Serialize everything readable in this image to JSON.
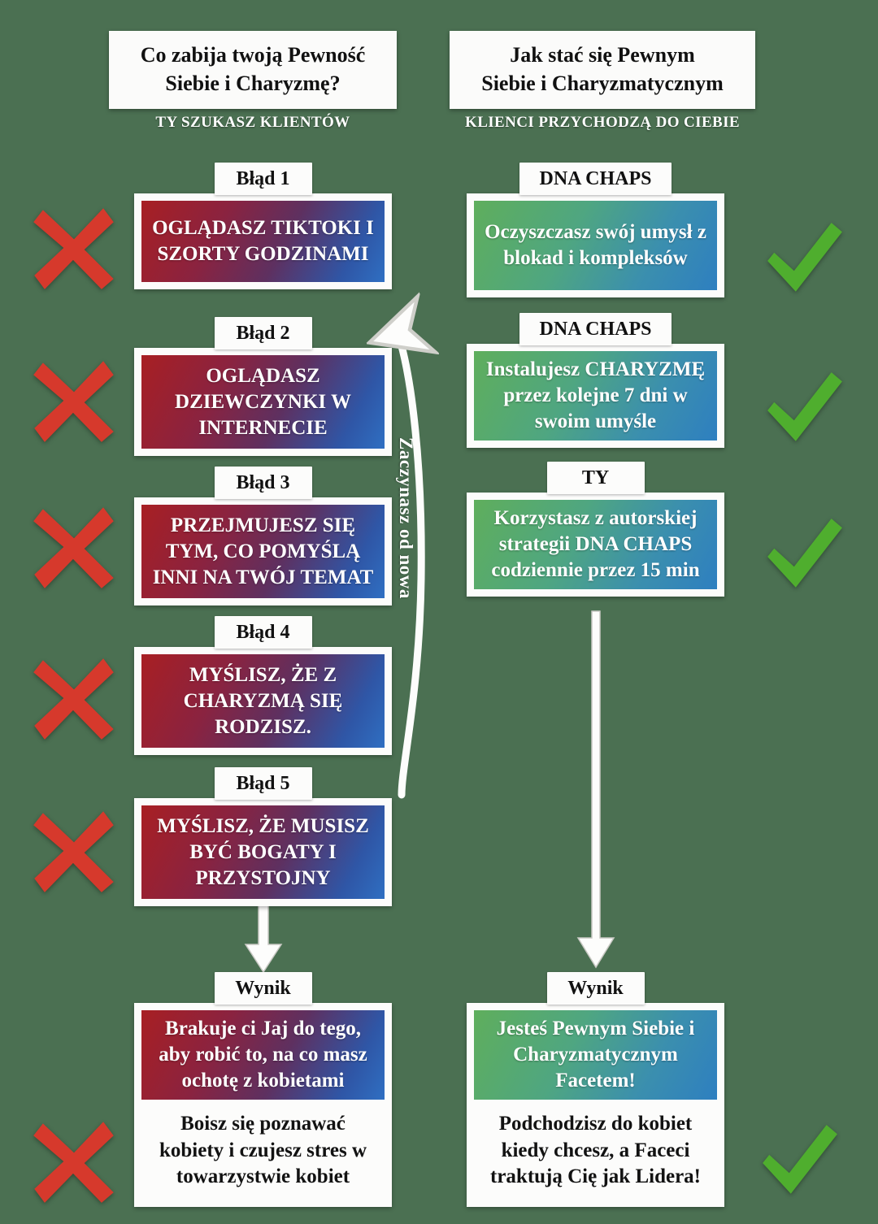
{
  "background_color": "#4b7052",
  "colors": {
    "cross": "#d6392c",
    "check": "#4fae2e",
    "bad_gradient_from": "#a81f23",
    "bad_gradient_to": "#2f6fc2",
    "good_gradient_from": "#5fae5c",
    "good_gradient_to": "#2e7fc0",
    "plaque_bg": "#fbfbfa",
    "plaque_text": "#111111",
    "panel_text": "#ffffff"
  },
  "columns": {
    "left": {
      "headline_lines": [
        "Co zabija twoją Pewność",
        "Siebie i Charyzmę?"
      ],
      "subhead": "TY SZUKASZ KLIENTÓW",
      "mark": "cross-icon",
      "steps": [
        {
          "tab": "Błąd 1",
          "text": "OGLĄDASZ TIKTOKI I SZORTY GODZINAMI",
          "mark": "cross-icon"
        },
        {
          "tab": "Błąd 2",
          "text": "OGLĄDASZ DZIEWCZYNKI W INTERNECIE",
          "mark": "cross-icon"
        },
        {
          "tab": "Błąd 3",
          "text": "PRZEJMUJESZ SIĘ TYM, CO POMYŚLĄ INNI NA TWÓJ TEMAT",
          "mark": "cross-icon"
        },
        {
          "tab": "Błąd 4",
          "text": "MYŚLISZ, ŻE Z CHARYZMĄ SIĘ RODZISZ.",
          "mark": "cross-icon"
        },
        {
          "tab": "Błąd 5",
          "text": "MYŚLISZ, ŻE MUSISZ BYĆ BOGATY I PRZYSTOJNY",
          "mark": "cross-icon"
        }
      ],
      "result": {
        "tab": "Wynik",
        "panel_text": "Brakuje ci Jaj do tego, aby robić to, na co masz ochotę z kobietami",
        "foot_text": "Boisz się poznawać kobiety i czujesz stres w towarzystwie kobiet",
        "mark": "cross-icon"
      }
    },
    "right": {
      "headline_lines": [
        "Jak stać się Pewnym",
        "Siebie i Charyzmatycznym"
      ],
      "subhead": "KLIENCI PRZYCHODZĄ DO CIEBIE",
      "mark": "check-icon",
      "steps": [
        {
          "tab": "DNA CHAPS",
          "text": "Oczyszczasz swój umysł z blokad i kompleksów",
          "mark": "check-icon"
        },
        {
          "tab": "DNA CHAPS",
          "text": "Instalujesz CHARYZMĘ przez kolejne 7 dni w swoim umyśle",
          "mark": "check-icon"
        },
        {
          "tab": "TY",
          "text": "Korzystasz z autorskiej strategii DNA CHAPS codziennie przez 15 min",
          "mark": "check-icon"
        }
      ],
      "result": {
        "tab": "Wynik",
        "panel_text": "Jesteś Pewnym Siebie i Charyzmatycznym Facetem!",
        "foot_text": "Podchodzisz do kobiet kiedy chcesz, a Faceci traktują Cię jak Lidera!",
        "mark": "check-icon"
      }
    }
  },
  "loop_arrow": {
    "label": "Zaczynasz od nowa",
    "icon": "curved-up-arrow-icon"
  },
  "down_arrows": {
    "left_icon": "down-arrow-icon",
    "right_icon": "down-arrow-icon"
  }
}
